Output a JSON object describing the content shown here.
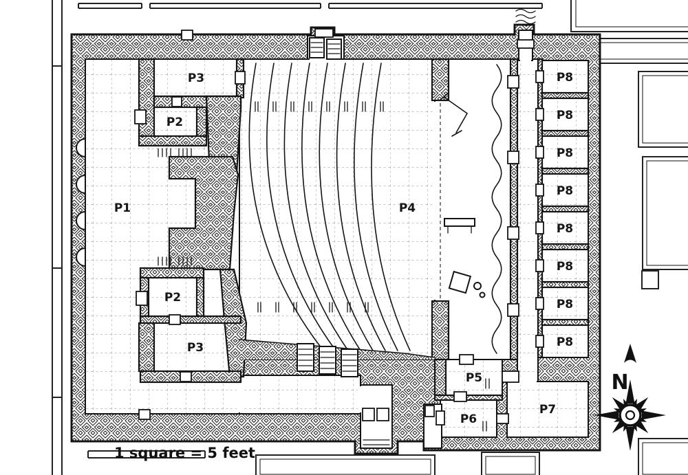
{
  "map": {
    "scale_note": "1 square = 5 feet",
    "compass": {
      "north": "N"
    },
    "rooms": {
      "p1": "P1",
      "p2": "P2",
      "p3": "P3",
      "p4": "P4",
      "p5": "P5",
      "p6": "P6",
      "p7": "P7",
      "p8": "P8"
    }
  }
}
